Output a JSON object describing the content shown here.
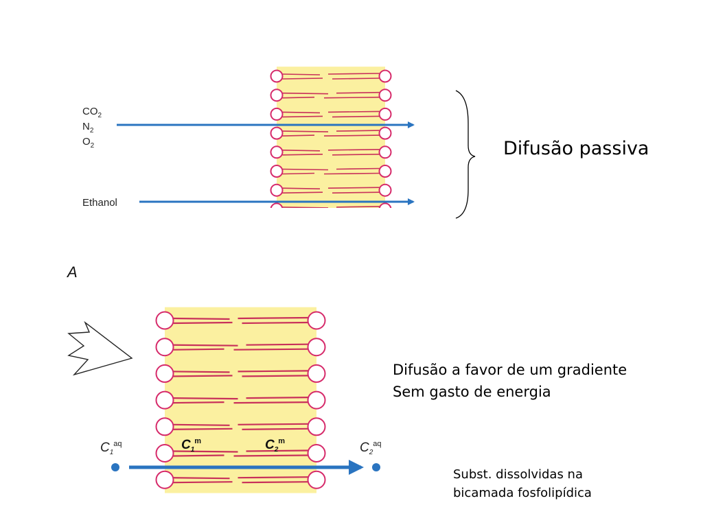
{
  "top_diagram": {
    "molecules": {
      "co2": {
        "base": "CO",
        "sub": "2"
      },
      "n2": {
        "base": "N",
        "sub": "2"
      },
      "o2": {
        "base": "O",
        "sub": "2"
      },
      "ethanol": "Ethanol"
    },
    "panel_label": "A"
  },
  "passive_diffusion_title": "Difusão passiva",
  "bottom_diagram": {
    "labels": {
      "c1_aq": {
        "base": "C",
        "sub": "1",
        "sup": "aq"
      },
      "c1_m": {
        "base": "C",
        "sub": "1",
        "sup": "m"
      },
      "c2_m": {
        "base": "C",
        "sub": "2",
        "sup": "m"
      },
      "c2_aq": {
        "base": "C",
        "sub": "2",
        "sup": "aq"
      }
    }
  },
  "gradient_text": {
    "line1": "Difusão a favor de um gradiente",
    "line2": "Sem gasto de energia"
  },
  "dissolved_text": {
    "line1": "Subst. dissolvidas na",
    "line2": "bicamada fosfolipídica"
  },
  "colors": {
    "membrane_fill": "#FBF0A0",
    "lipid_line": "#C8305A",
    "head_stroke": "#D62A6A",
    "arrow": "#2A74C0"
  }
}
